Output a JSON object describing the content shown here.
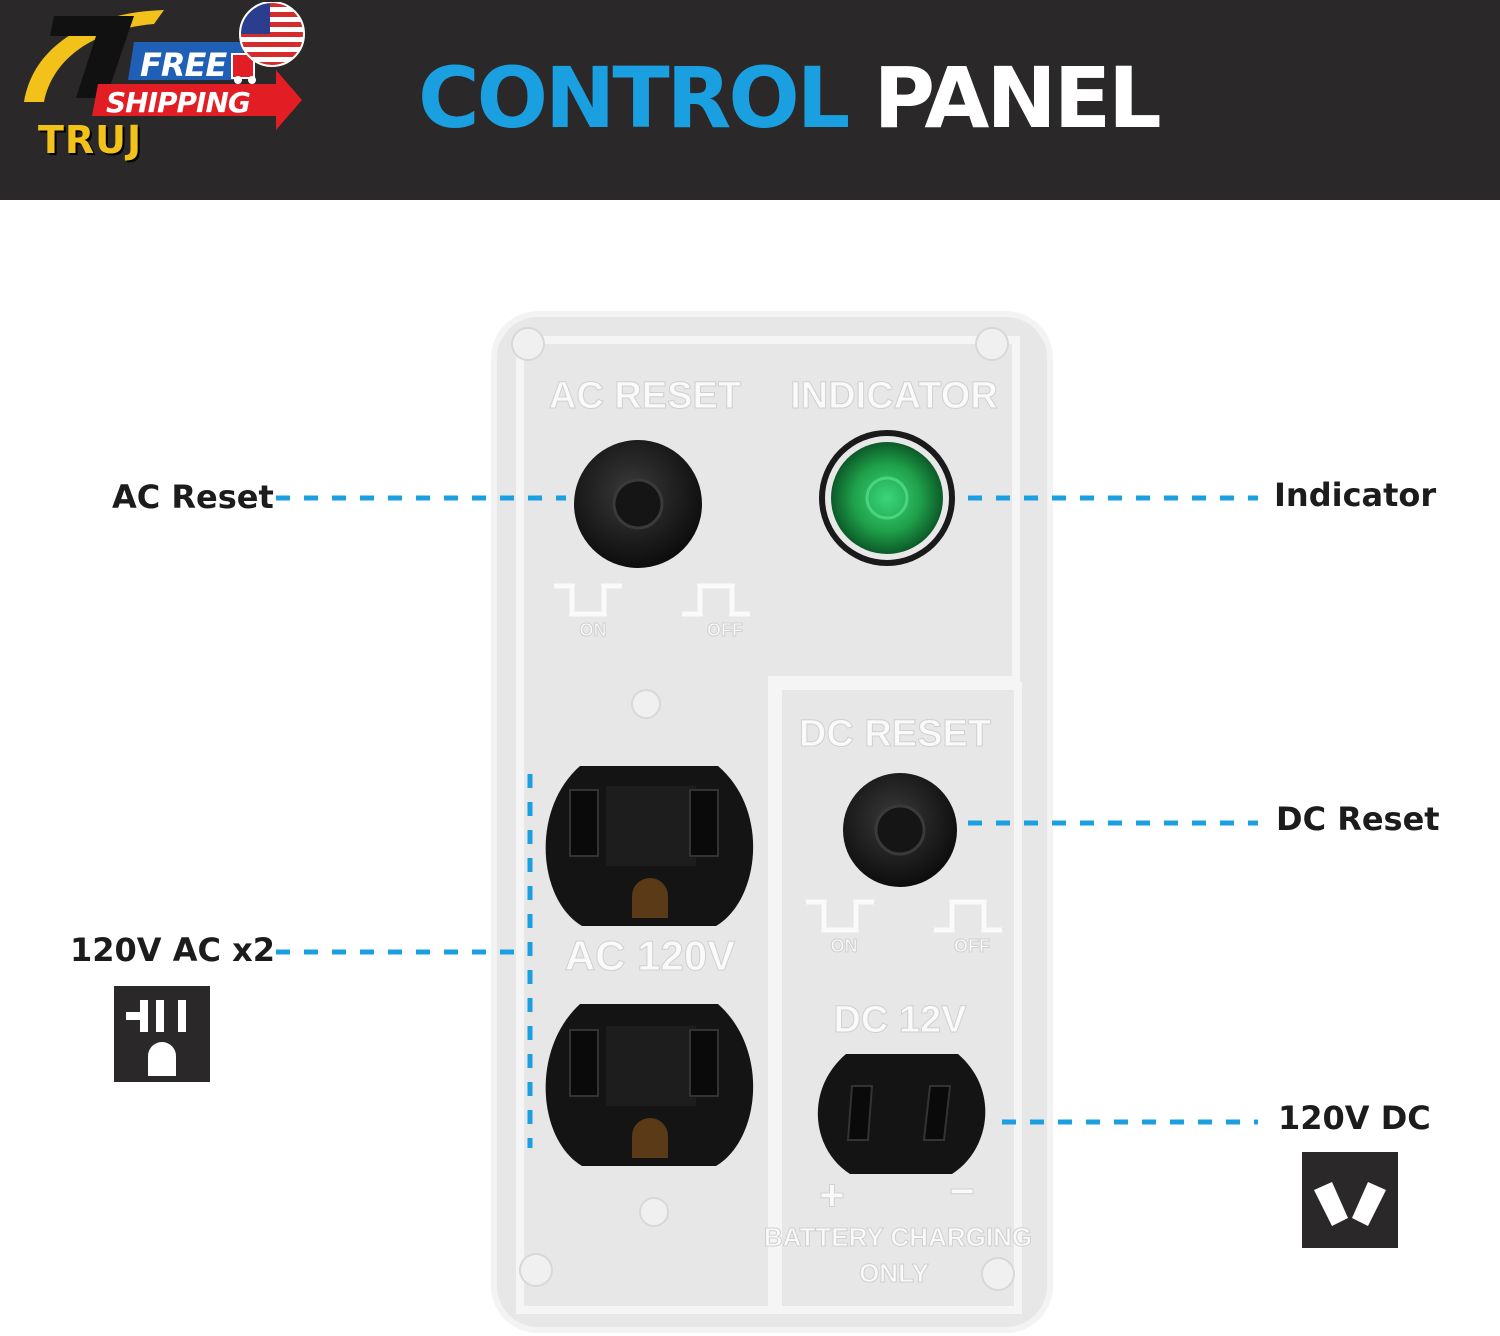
{
  "header": {
    "title_part1": "CONTROL",
    "title_part2": "PANEL",
    "title_color": "#1a9fe0",
    "background": "#2b2829"
  },
  "badge": {
    "free": "FREE",
    "shipping": "SHIPPING",
    "brand": "TRUJ",
    "icons": [
      "us-flag-icon",
      "delivery-truck-icon",
      "brand-logo-icon"
    ]
  },
  "callouts": {
    "ac_reset": "AC Reset",
    "indicator": "Indicator",
    "dc_reset": "DC Reset",
    "ac_outlets": "120V AC x2",
    "dc_outlet": "120V DC",
    "line_color": "#1a9fe0"
  },
  "panel": {
    "ac_reset": "AC RESET",
    "indicator": "INDICATOR",
    "on": "ON",
    "off": "OFF",
    "dc_reset": "DC RESET",
    "ac_120v": "AC 120V",
    "dc_12v": "DC 12V",
    "plus": "+",
    "minus": "−",
    "battery_1": "BATTERY CHARGING",
    "battery_2": "ONLY",
    "indicator_color": "#1fa04a"
  }
}
